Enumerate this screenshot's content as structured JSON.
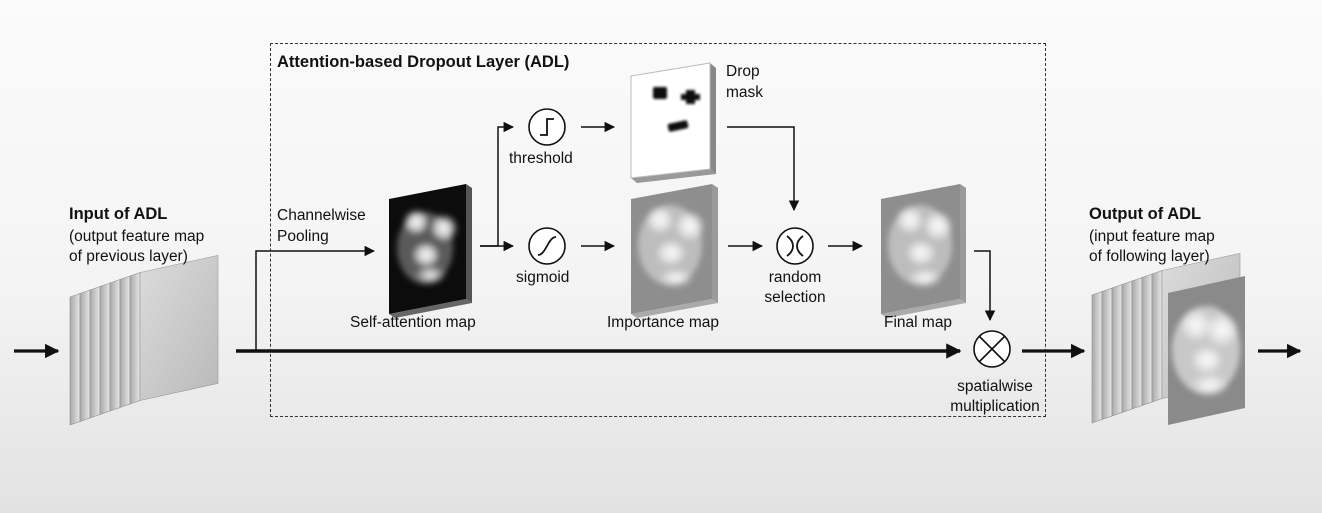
{
  "title": "Attention-based Dropout Layer (ADL)",
  "input": {
    "title": "Input of ADL",
    "subtitle_line1": "(output feature map",
    "subtitle_line2": "of previous layer)"
  },
  "output": {
    "title": "Output of ADL",
    "subtitle_line1": "(input feature map",
    "subtitle_line2": "of following layer)"
  },
  "pooling": {
    "line1": "Channelwise",
    "line2": "Pooling"
  },
  "threshold_label": "threshold",
  "sigmoid_label": "sigmoid",
  "drop_mask": {
    "line1": "Drop",
    "line2": "mask"
  },
  "self_attention_label": "Self-attention map",
  "importance_label": "Importance map",
  "random_selection": {
    "line1": "random",
    "line2": "selection"
  },
  "final_map_label": "Final map",
  "spatialwise": {
    "line1": "spatialwise",
    "line2": "multiplication"
  },
  "icons": {
    "threshold": "step-function-icon",
    "sigmoid": "sigmoid-curve-icon",
    "random_selection": "random-selection-icon",
    "multiply": "circled-times-icon"
  }
}
